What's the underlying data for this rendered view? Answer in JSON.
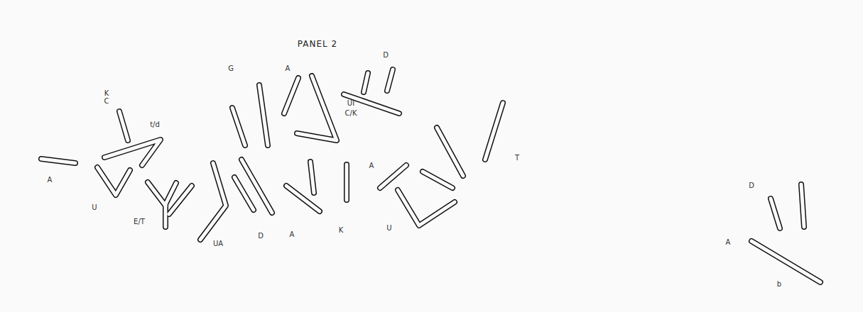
{
  "diagram": {
    "title": "PANEL 2",
    "labels": [
      "G",
      "A",
      "D",
      "K",
      "C",
      "t/d",
      "UI",
      "C/K",
      "A",
      "U",
      "E/T",
      "UA",
      "D",
      "A",
      "K",
      "U",
      "A",
      "T",
      "D",
      "A",
      "b"
    ]
  }
}
